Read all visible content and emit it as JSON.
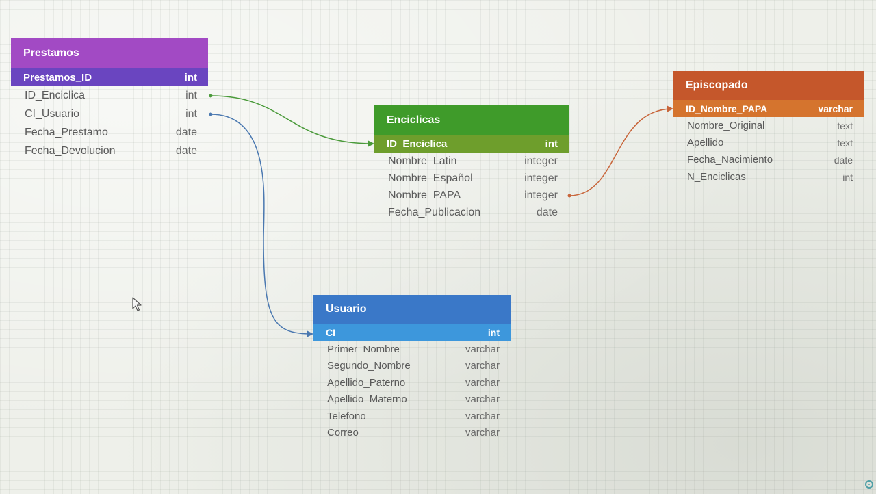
{
  "tables": {
    "prestamos": {
      "name": "Prestamos",
      "header_color": "#a24ac4",
      "pk": {
        "name": "Prestamos_ID",
        "type": "int",
        "color": "#6a45c0"
      },
      "columns": [
        {
          "name": "ID_Enciclica",
          "type": "int"
        },
        {
          "name": "CI_Usuario",
          "type": "int"
        },
        {
          "name": "Fecha_Prestamo",
          "type": "date"
        },
        {
          "name": "Fecha_Devolucion",
          "type": "date"
        }
      ]
    },
    "enciclicas": {
      "name": "Enciclicas",
      "header_color": "#3f9b2a",
      "pk": {
        "name": "ID_Enciclica",
        "type": "int",
        "color": "#6e9e2c"
      },
      "columns": [
        {
          "name": "Nombre_Latin",
          "type": "integer"
        },
        {
          "name": "Nombre_Español",
          "type": "integer"
        },
        {
          "name": "Nombre_PAPA",
          "type": "integer"
        },
        {
          "name": "Fecha_Publicacion",
          "type": "date"
        }
      ]
    },
    "episcopado": {
      "name": "Episcopado",
      "header_color": "#c5572b",
      "pk": {
        "name": "ID_Nombre_PAPA",
        "type": "varchar",
        "color": "#d5742e"
      },
      "columns": [
        {
          "name": "Nombre_Original",
          "type": "text"
        },
        {
          "name": "Apellido",
          "type": "text"
        },
        {
          "name": "Fecha_Nacimiento",
          "type": "date"
        },
        {
          "name": "N_Enciclicas",
          "type": "int"
        }
      ]
    },
    "usuario": {
      "name": "Usuario",
      "header_color": "#3a78c8",
      "pk": {
        "name": "CI",
        "type": "int",
        "color": "#3d97dc"
      },
      "columns": [
        {
          "name": "Primer_Nombre",
          "type": "varchar"
        },
        {
          "name": "Segundo_Nombre",
          "type": "varchar"
        },
        {
          "name": "Apellido_Paterno",
          "type": "varchar"
        },
        {
          "name": "Apellido_Materno",
          "type": "varchar"
        },
        {
          "name": "Telefono",
          "type": "varchar"
        },
        {
          "name": "Correo",
          "type": "varchar"
        }
      ]
    }
  },
  "relationships": [
    {
      "from": "Prestamos.ID_Enciclica",
      "to": "Enciclicas.ID_Enciclica",
      "color": "#4a9a3a"
    },
    {
      "from": "Prestamos.CI_Usuario",
      "to": "Usuario.CI",
      "color": "#4a78b0"
    },
    {
      "from": "Enciclicas.Nombre_PAPA",
      "to": "Episcopado.ID_Nombre_PAPA",
      "color": "#c8653a"
    }
  ],
  "icons": {
    "cursor": "mouse-pointer-icon",
    "corner": "target-ring-icon"
  }
}
